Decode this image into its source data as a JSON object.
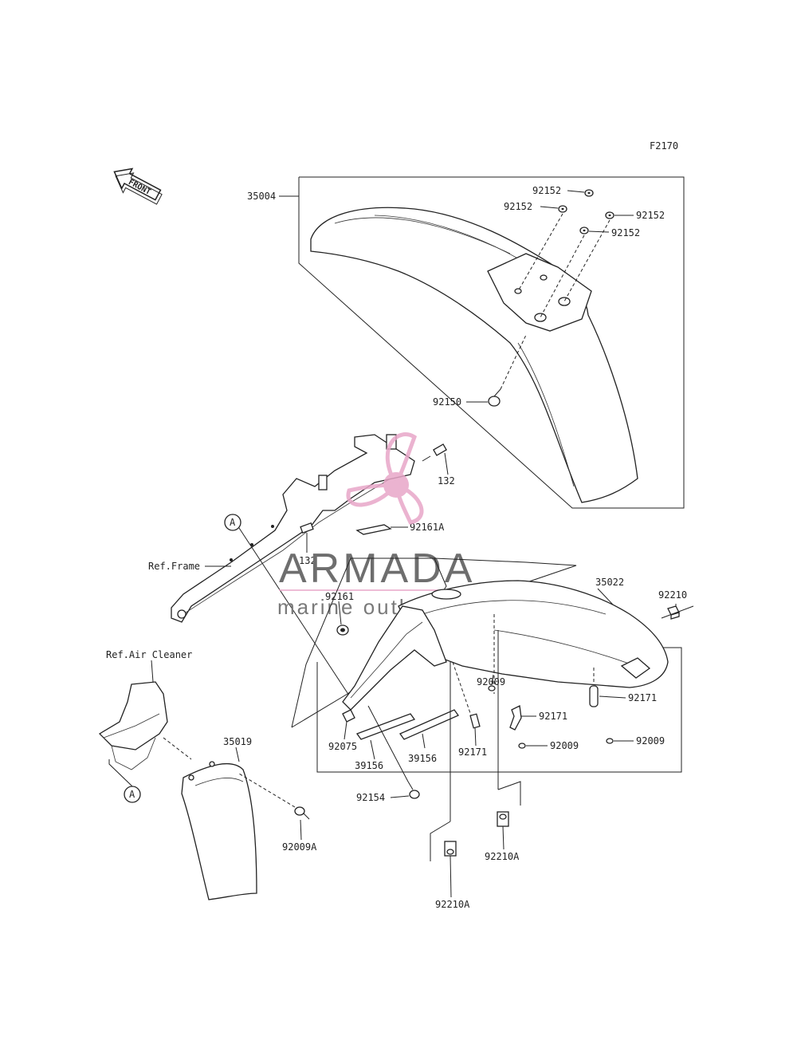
{
  "diagram": {
    "figure_code": "F2170",
    "front_label": "FRONT",
    "ref_labels": {
      "frame": "Ref.Frame",
      "air_cleaner": "Ref.Air Cleaner"
    },
    "circle_markers": [
      "A",
      "A"
    ],
    "part_numbers": {
      "p35004": "35004",
      "p92152_a": "92152",
      "p92152_b": "92152",
      "p92152_c": "92152",
      "p92152_d": "92152",
      "p92150": "92150",
      "p132_a": "132",
      "p132_b": "132",
      "p92161A": "92161A",
      "p35022": "35022",
      "p92210": "92210",
      "p92161": "92161",
      "p92009_a": "92009",
      "p92171_a": "92171",
      "p92171_b": "92171",
      "p92171_c": "92171",
      "p92009_b": "92009",
      "p92009_c": "92009",
      "p92075": "92075",
      "p39156_a": "39156",
      "p39156_b": "39156",
      "p92154": "92154",
      "p35019": "35019",
      "p92009A": "92009A",
      "p92210A_a": "92210A",
      "p92210A_b": "92210A"
    },
    "watermark": {
      "brand": "ARMADA",
      "tagline": "marine outboards",
      "logo_color": "#e8a6c8",
      "text_color": "#6e6e6e"
    }
  }
}
